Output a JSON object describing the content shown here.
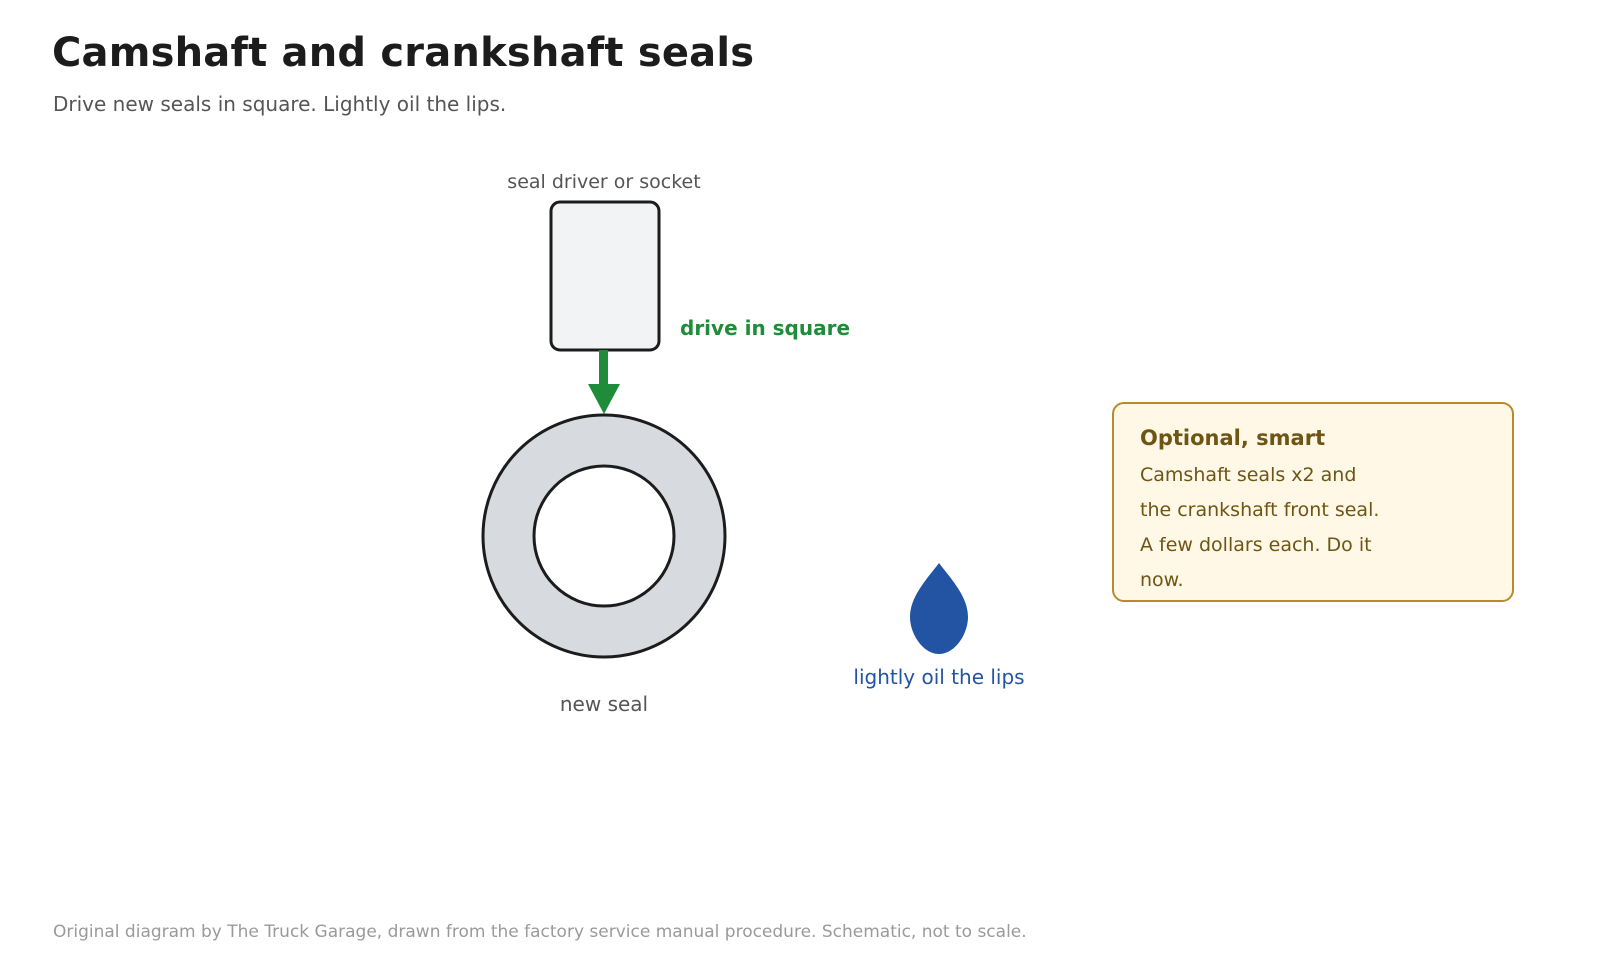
{
  "header": {
    "title": "Camshaft and crankshaft seals",
    "subtitle": "Drive new seals in square. Lightly oil the lips."
  },
  "diagram": {
    "driver_label": "seal driver or socket",
    "drive_label": "drive in square",
    "seal_label": "new seal",
    "oil_label": "lightly oil the lips"
  },
  "note": {
    "title": "Optional, smart",
    "body": "Camshaft seals x2 and the crankshaft front seal. A few dollars each. Do it now."
  },
  "footer": {
    "credit": "Original diagram by The Truck Garage, drawn from the factory service manual procedure. Schematic, not to scale."
  },
  "colors": {
    "drive_arrow": "#1e8c3a",
    "oil_drop": "#2354a3",
    "seal_fill": "#d7dbe0",
    "driver_fill": "#f2f3f5",
    "note_border": "#b88a2a",
    "note_fill": "#fff8e6"
  }
}
